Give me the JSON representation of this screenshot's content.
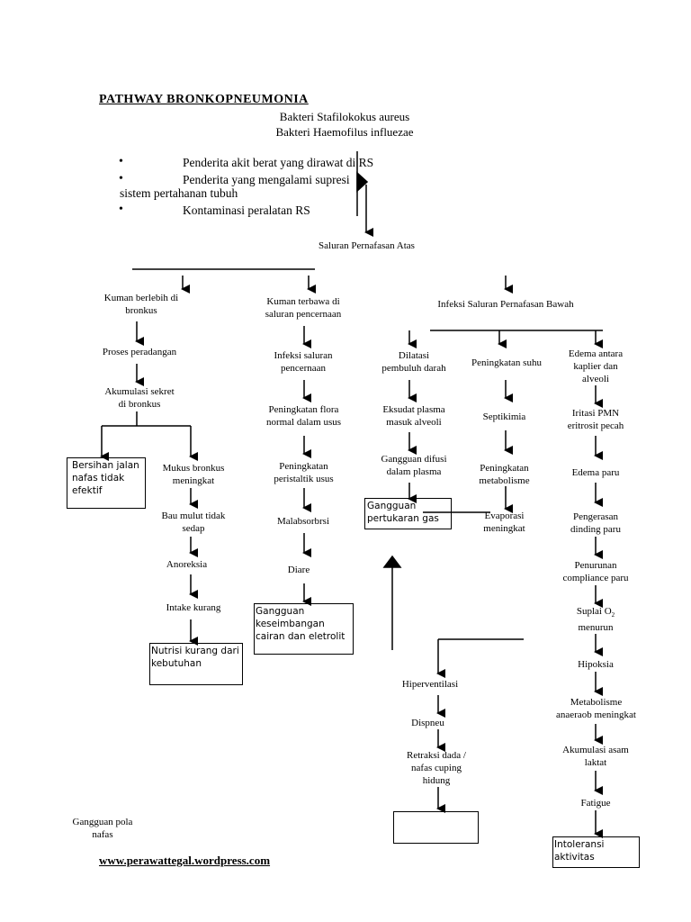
{
  "title": "PATHWAY  BRONKOPNEUMONIA",
  "causes": [
    "Bakteri Stafilokokus aureus",
    "Bakteri Haemofilus influezae"
  ],
  "risk_factors": [
    "Penderita akit berat yang dirawat di RS",
    "Penderita yang mengalami supresi",
    "sistem pertahanan tubuh",
    "Kontaminasi peralatan RS"
  ],
  "top_node": "Saluran Pernafasan Atas",
  "col1": {
    "n1": "Kuman berlebih di\nbronkus",
    "n2": "Proses peradangan",
    "n3": "Akumulasi sekret\ndi bronkus",
    "box1": "Bersihan jalan\nnafas tidak\nefektif",
    "n4": "Mukus bronkus\nmeningkat",
    "n5": "Bau mulut tidak\nsedap",
    "n6": "Anoreksia",
    "n7": "Intake kurang",
    "box2": "Nutrisi kurang dari\nkebutuhan"
  },
  "col2": {
    "n1": "Kuman terbawa di\nsaluran pencernaan",
    "n2": "Infeksi saluran\npencernaan",
    "n3": "Peningkatan flora\nnormal dalam usus",
    "n4": "Peningkatan\nperistaltik usus",
    "n5": "Malabsorbrsi",
    "n6": "Diare",
    "box": "Gangguan\nkeseimbangan\ncairan dan eletrolit"
  },
  "col3": {
    "header": "Infeksi Saluran Pernafasan Bawah",
    "a1": "Dilatasi\npembuluh darah",
    "a2": "Eksudat plasma\nmasuk alveoli",
    "a3": "Gangguan difusi\ndalam plasma",
    "abox": "Gangguan\npertukaran gas",
    "b1": "Peningkatan suhu",
    "b2": "Septikimia",
    "b3": "Peningkatan\nmetabolisme",
    "b4": "Evaporasi\nmeningkat",
    "c1": "Edema antara\nkaplier dan\nalveoli",
    "c2": "Iritasi PMN\neritrosit pecah",
    "c3": "Edema paru",
    "c4": "Pengerasan\ndinding paru",
    "c5": "Penurunan\ncompliance paru",
    "c6a": "Suplai O",
    "c6sub": "2",
    "c6b": "menurun",
    "c7": "Hipoksia",
    "c8": "Metabolisme\nanaeraob meningkat",
    "c9": "Akumulasi asam\nlaktat",
    "c10": "Fatigue",
    "cbox": "Intoleransi\naktivitas"
  },
  "col4": {
    "n1": "Hiperventilasi",
    "n2": "Dispneu",
    "n3": "Retraksi dada /\nnafas cuping\nhidung",
    "bottom_label": "Gangguan pola\nnafas"
  },
  "footer": "www.perawattegal.wordpress.com"
}
